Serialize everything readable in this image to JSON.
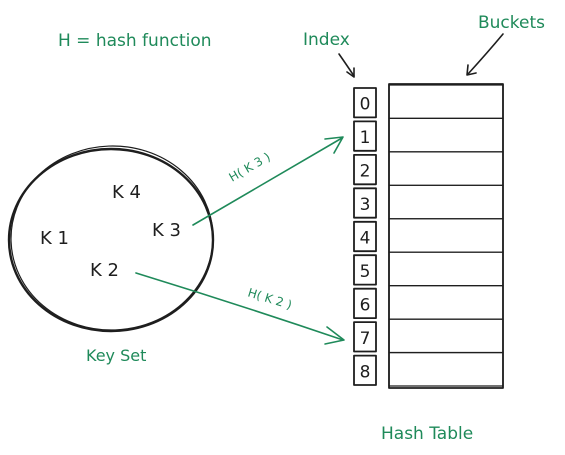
{
  "legend": "H = hash function",
  "labels": {
    "index": "Index",
    "buckets": "Buckets",
    "key_set": "Key Set",
    "hash_table": "Hash Table"
  },
  "keys": [
    "K 4",
    "K 1",
    "K 3",
    "K 2"
  ],
  "indices": [
    "0",
    "1",
    "2",
    "3",
    "4",
    "5",
    "6",
    "7",
    "8"
  ],
  "mappings": [
    {
      "label": "H( K 3 )",
      "from_key": "K 3",
      "to_index": "1"
    },
    {
      "label": "H( K 2 )",
      "from_key": "K 2",
      "to_index": "7"
    }
  ],
  "colors": {
    "accent": "#1f8a5a",
    "ink": "#1e1e1e",
    "background": "#ffffff"
  }
}
